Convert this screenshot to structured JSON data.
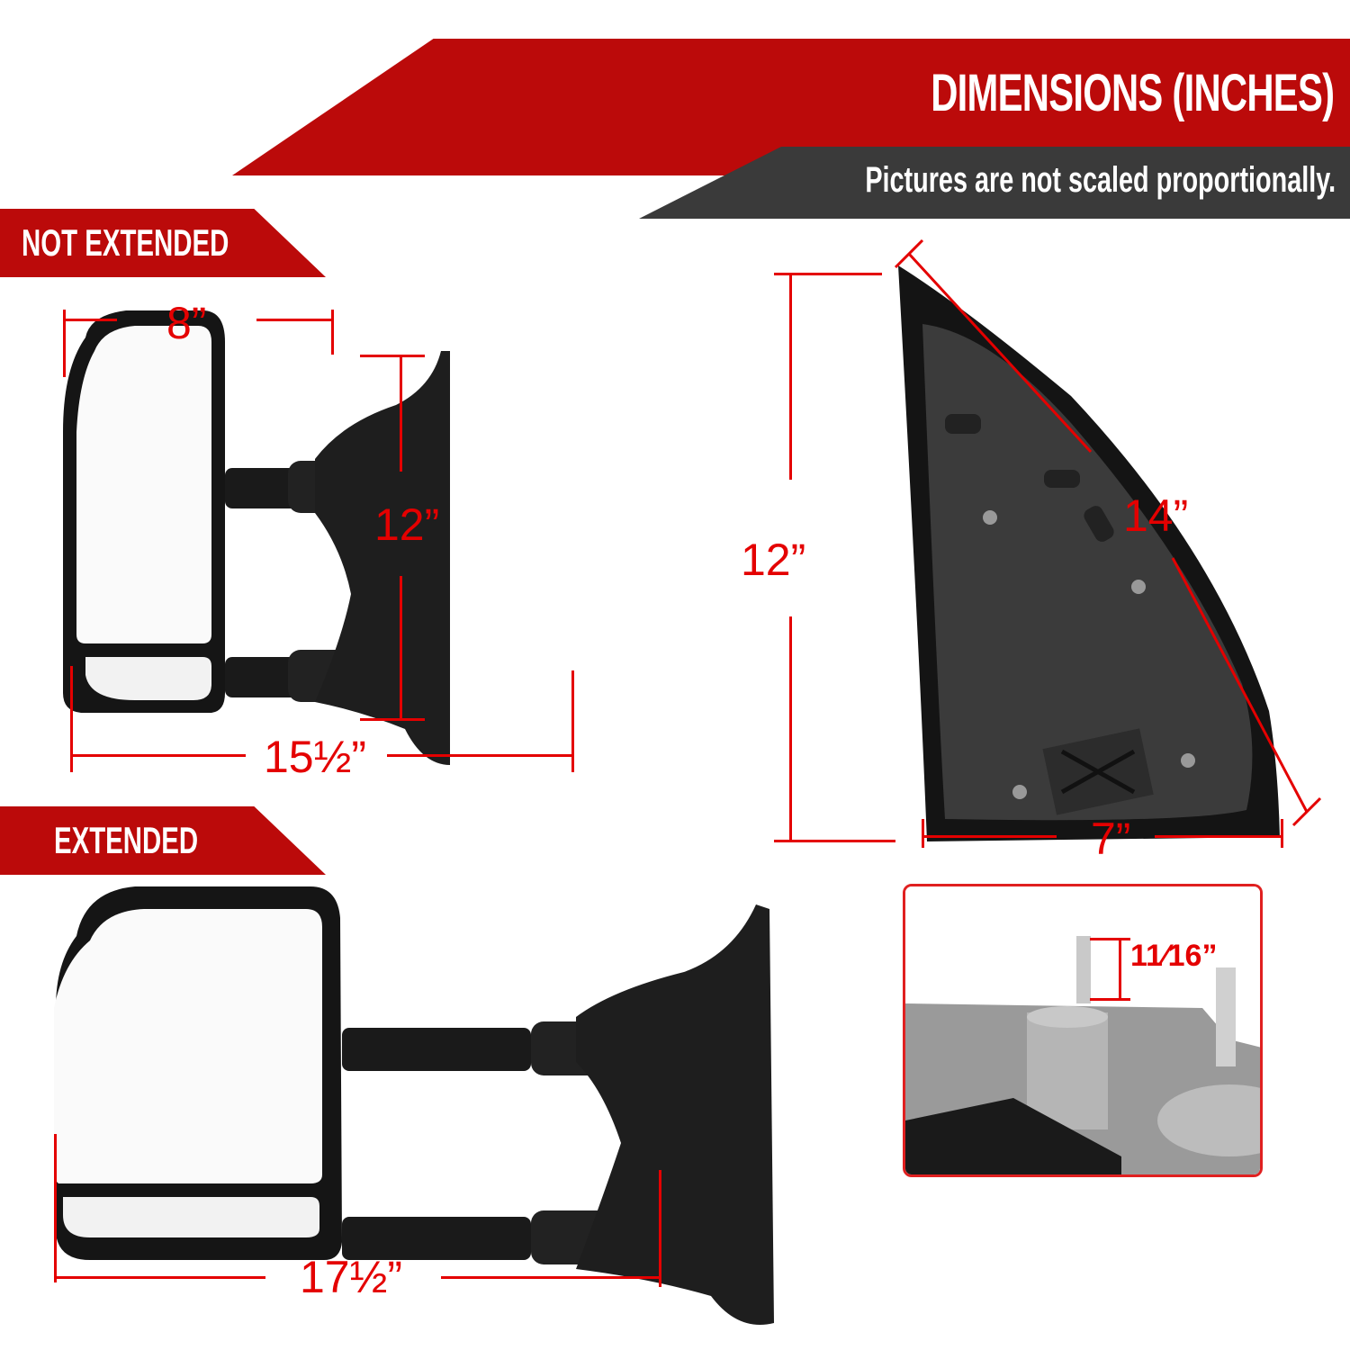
{
  "header": {
    "title": "DIMENSIONS (INCHES)",
    "subtitle": "Pictures are not scaled proportionally."
  },
  "sections": {
    "not_extended": {
      "label": "NOT EXTENDED",
      "width_top": "8”",
      "height_arm": "12”",
      "overall_width": "15½”"
    },
    "extended": {
      "label": "EXTENDED",
      "overall_width": "17½”"
    },
    "mount_plate": {
      "height": "12”",
      "diagonal": "14”",
      "bottom_width": "7”"
    },
    "stud_detail": {
      "stud_length": "11⁄16”"
    }
  },
  "colors": {
    "accent_red": "#bb0a0a",
    "dimension_red": "#e40000",
    "dark_gray": "#3a3a3a"
  }
}
